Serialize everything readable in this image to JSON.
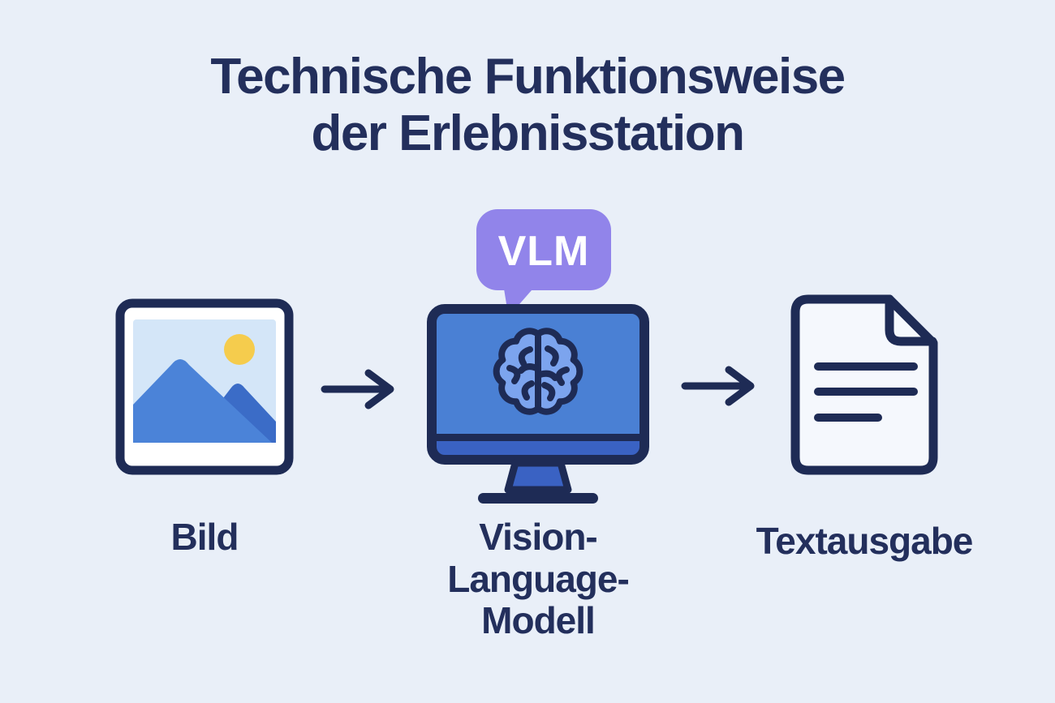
{
  "title": {
    "line1": "Technische Funktionsweise",
    "line2": "der Erlebnisstation"
  },
  "nodes": {
    "input": {
      "label": "Bild",
      "icon": "image-icon"
    },
    "model": {
      "badge": "VLM",
      "label_line1": "Vision-",
      "label_line2": "Language-",
      "label_line3": "Modell",
      "icon": "monitor-brain-icon"
    },
    "output": {
      "label": "Textausgabe",
      "icon": "document-icon"
    }
  },
  "connectors": {
    "arrow1": "right-arrow",
    "arrow2": "right-arrow"
  },
  "colors": {
    "background": "#e9eff8",
    "navy": "#1e2b55",
    "title_navy": "#232f5c",
    "screen_blue": "#4a80d4",
    "chin_blue": "#3a62c3",
    "brain_blue": "#7ca4ee",
    "bubble_purple": "#9184ea",
    "sky_blue": "#d4e6f8",
    "sun_yellow": "#f5cc4d",
    "mountain_light": "#4b83d8",
    "mountain_dark": "#3b6cc7",
    "doc_fill": "#f5f8fd",
    "white": "#ffffff"
  }
}
